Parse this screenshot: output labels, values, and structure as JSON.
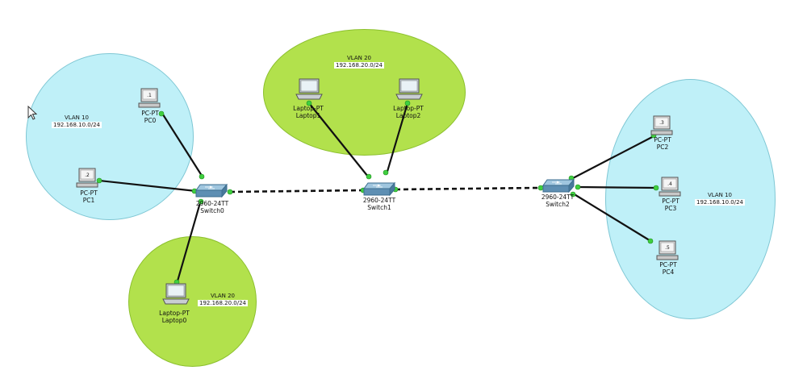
{
  "zones": {
    "vlan10_left": {
      "title": "VLAN 10",
      "subnet": "192.168.10.0/24"
    },
    "vlan20_top": {
      "title": "VLAN 20",
      "subnet": "192.168.20.0/24"
    },
    "vlan20_bottom": {
      "title": "VLAN 20",
      "subnet": "192.168.20.0/24"
    },
    "vlan10_right": {
      "title": "VLAN 10",
      "subnet": "192.168.10.0/24"
    }
  },
  "devices": {
    "pc0": {
      "type": "PC-PT",
      "name": "PC0",
      "screen": ".1"
    },
    "pc1": {
      "type": "PC-PT",
      "name": "PC1",
      "screen": ".2"
    },
    "pc2": {
      "type": "PC-PT",
      "name": "PC2",
      "screen": ".3"
    },
    "pc3": {
      "type": "PC-PT",
      "name": "PC3",
      "screen": ".4"
    },
    "pc4": {
      "type": "PC-PT",
      "name": "PC4",
      "screen": ".5"
    },
    "laptop0": {
      "type": "Laptop-PT",
      "name": "Laptop0"
    },
    "laptop1": {
      "type": "Laptop-PT",
      "name": "Laptop1"
    },
    "laptop2": {
      "type": "Laptop-PT",
      "name": "Laptop2"
    },
    "switch0": {
      "type": "2960-24TT",
      "name": "Switch0"
    },
    "switch1": {
      "type": "2960-24TT",
      "name": "Switch1"
    },
    "switch2": {
      "type": "2960-24TT",
      "name": "Switch2"
    }
  },
  "colors": {
    "vlan10_zone": "#bff0f8",
    "vlan20_zone": "#b2e14c",
    "link_up_dot": "#3fcf3f",
    "cable": "#111111"
  },
  "icons": {
    "pc": "desktop-pc-icon",
    "laptop": "laptop-icon",
    "switch": "network-switch-icon",
    "cursor": "mouse-pointer-icon"
  }
}
